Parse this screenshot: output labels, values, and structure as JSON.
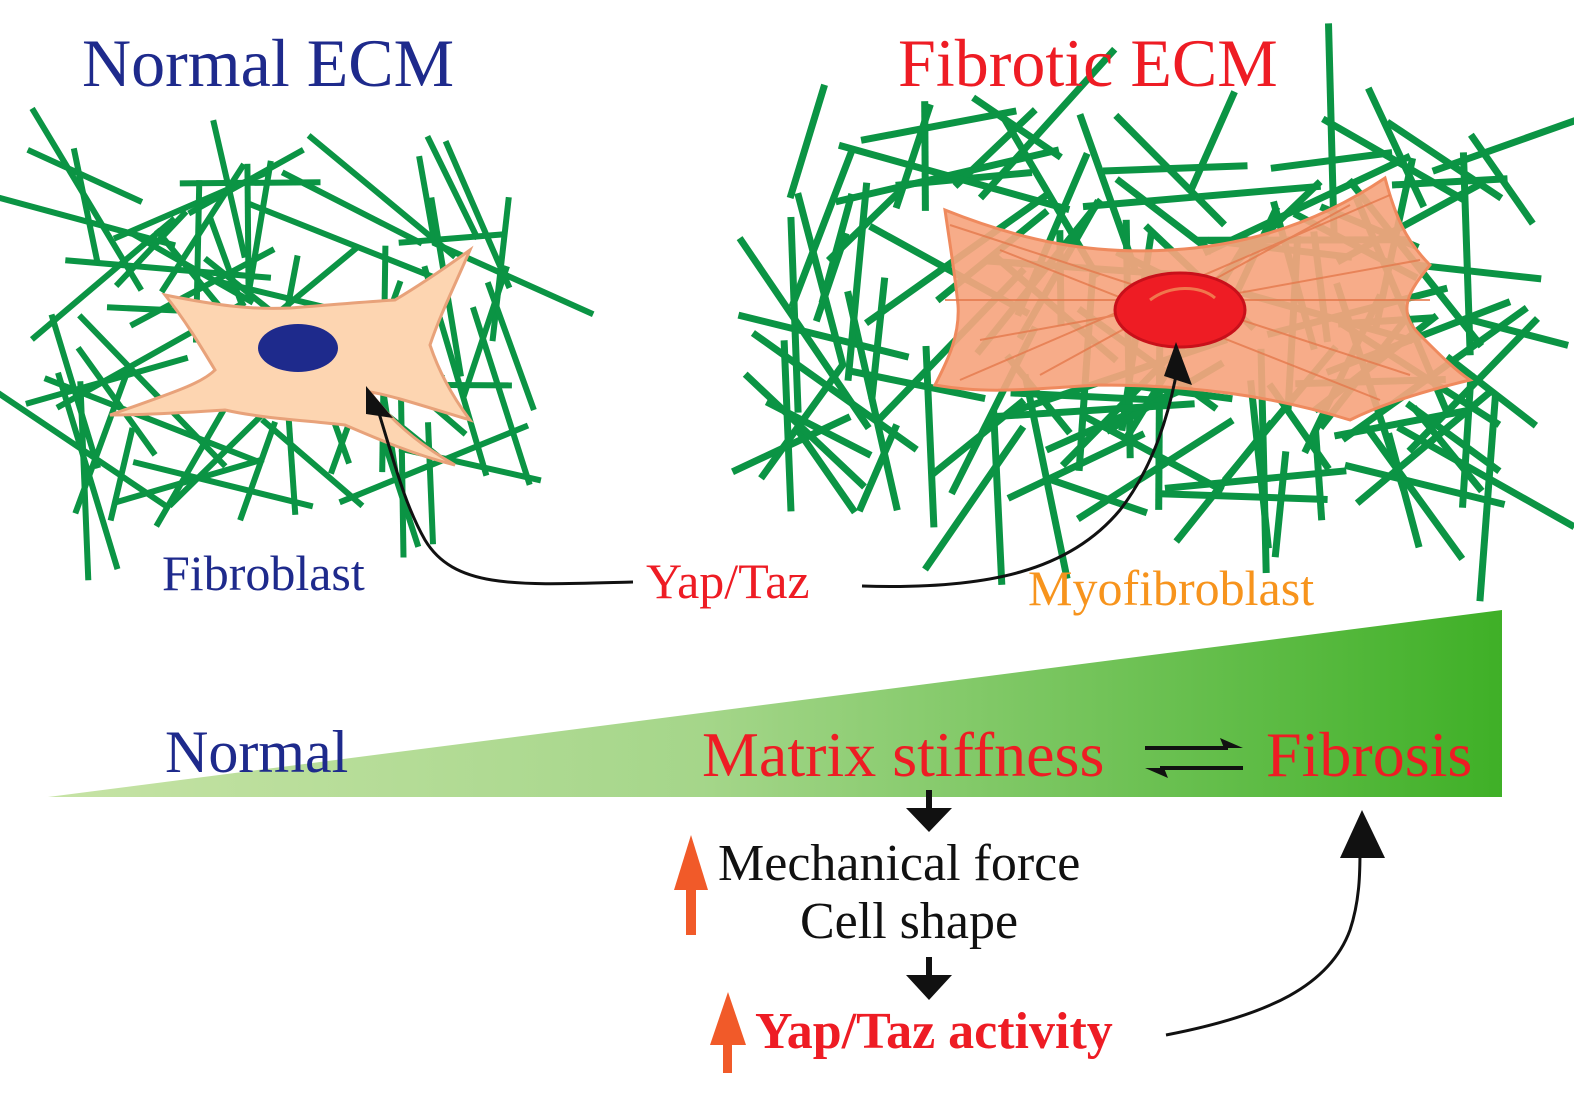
{
  "titles": {
    "normal_ecm": "Normal ECM",
    "fibrotic_ecm": "Fibrotic ECM"
  },
  "cells": {
    "fibroblast": "Fibroblast",
    "myofibroblast": "Myofibroblast",
    "yap_taz": "Yap/Taz"
  },
  "gradient": {
    "normal": "Normal",
    "matrix_stiffness": "Matrix stiffness",
    "fibrosis": "Fibrosis"
  },
  "cascade": {
    "mechanical_force": "Mechanical force",
    "cell_shape": "Cell shape",
    "yap_taz_activity": "Yap/Taz activity"
  },
  "colors": {
    "navy": "#1e2a8c",
    "red": "#ee1c24",
    "orange_label": "#f7941d",
    "orange_arrow": "#f15a29",
    "fiber_green": "#0b9444",
    "gradient_light": "#c6e3a5",
    "gradient_dark": "#3fb027",
    "fibroblast_fill": "#fdd5b1",
    "myofibroblast_fill": "#f6a57f",
    "nucleus_blue": "#1e2a8c",
    "nucleus_red": "#ee1c24"
  }
}
